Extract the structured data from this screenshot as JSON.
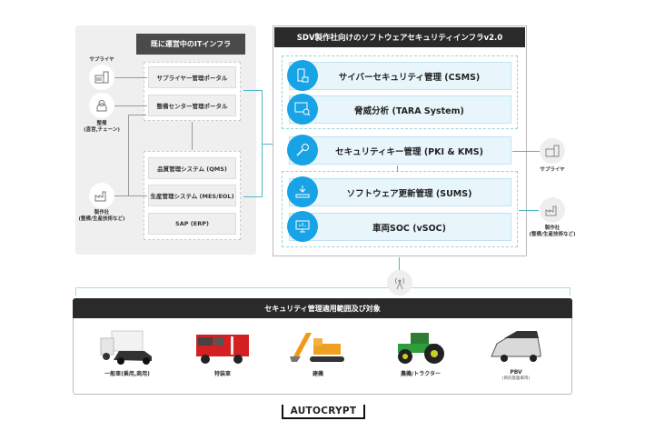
{
  "left_panel": {
    "title": "既に運営中のITインフラ",
    "systems_top": [
      "サプライヤー管理ポータル",
      "整備センター管理ポータル"
    ],
    "systems_bottom": [
      "品質管理システム (QMS)",
      "生産管理システム (MES/EOL)",
      "SAP (ERP)"
    ],
    "actors": [
      {
        "label": "サプライヤ",
        "icon": "building-icon"
      },
      {
        "label": "整備",
        "sub": "(直営,チェーン)",
        "icon": "person-icon"
      },
      {
        "label": "製作社",
        "sub": "(整備/生産技術など)",
        "icon": "factory-icon"
      }
    ]
  },
  "right_panel": {
    "title": "SDV製作社向けのソフトウェアセキュリティインフラv2.0",
    "modules": [
      {
        "label": "サイバーセキュリティ管理 (CSMS)",
        "icon": "document-lock-icon"
      },
      {
        "label": "脅威分析 (TARA System)",
        "icon": "monitor-search-icon"
      },
      {
        "label": "セキュリティキー管理 (PKI & KMS)",
        "icon": "key-icon"
      },
      {
        "label": "ソフトウェア更新管理 (SUMS)",
        "icon": "download-icon"
      },
      {
        "label": "車両SOC (vSOC)",
        "icon": "monitor-chart-icon"
      }
    ],
    "actors": [
      {
        "label": "サプライヤ",
        "icon": "building-icon"
      },
      {
        "label": "製作社",
        "sub": "(整備/生産技術など)",
        "icon": "factory-icon"
      }
    ]
  },
  "scope": {
    "title": "セキュリティ管理適用範囲及び対象",
    "vehicles": [
      {
        "label": "一般車(乗用,商用)"
      },
      {
        "label": "特装車"
      },
      {
        "label": "建機"
      },
      {
        "label": "農機/トラクター"
      },
      {
        "label": "PBV",
        "sub": "(目的基盤車両)"
      }
    ]
  },
  "brand": {
    "logo": "AUTOCRYPT"
  },
  "colors": {
    "accent": "#17a3e6",
    "dark": "#2a2a2a",
    "connector": "#4fb6c9"
  }
}
